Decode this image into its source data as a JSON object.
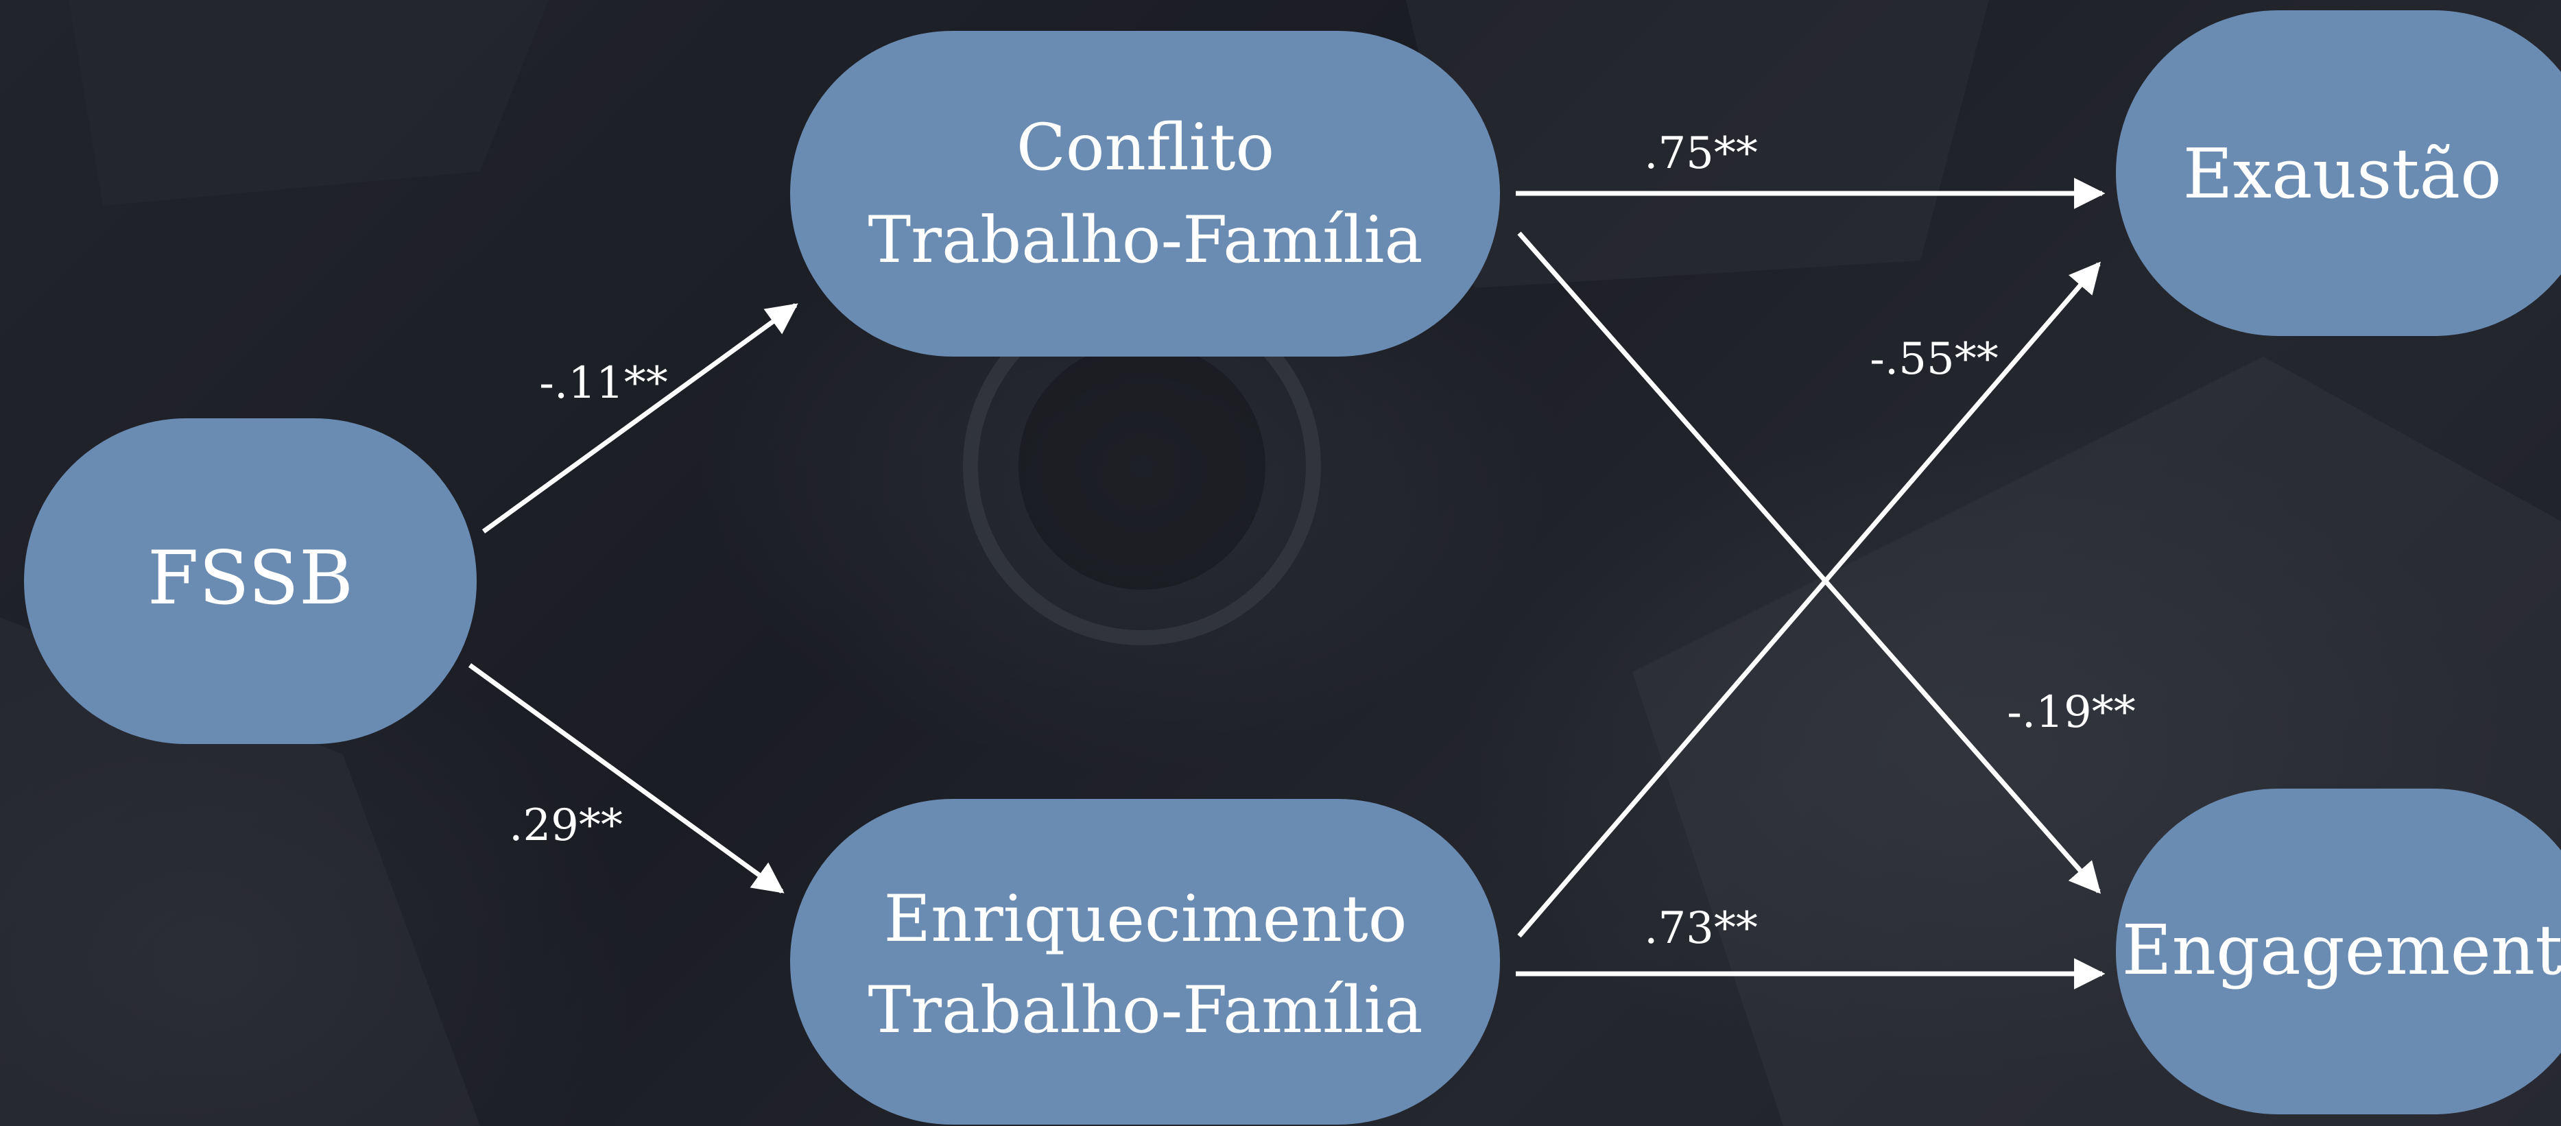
{
  "diagram": {
    "colors": {
      "node_fill": "#6a8bb2",
      "arrow": "#ffffff",
      "text": "#ffffff"
    },
    "nodes": {
      "fssb": {
        "lines": [
          "FSSB"
        ]
      },
      "conflito": {
        "lines": [
          "Conflito",
          "Trabalho-Família"
        ]
      },
      "enriquecimento": {
        "lines": [
          "Enriquecimento",
          "Trabalho-Família"
        ]
      },
      "exaustao": {
        "lines": [
          "Exaustão"
        ]
      },
      "engagement": {
        "lines": [
          "Engagement"
        ]
      }
    },
    "edges": {
      "fssb_conflito": {
        "coefficient": "-.11**"
      },
      "fssb_enriquecimento": {
        "coefficient": ".29**"
      },
      "conflito_exaustao": {
        "coefficient": ".75**"
      },
      "enriquecimento_exaustao": {
        "coefficient": "-.55**"
      },
      "conflito_engagement": {
        "coefficient": "-.19**"
      },
      "enriquecimento_engagement": {
        "coefficient": ".73**"
      }
    }
  }
}
